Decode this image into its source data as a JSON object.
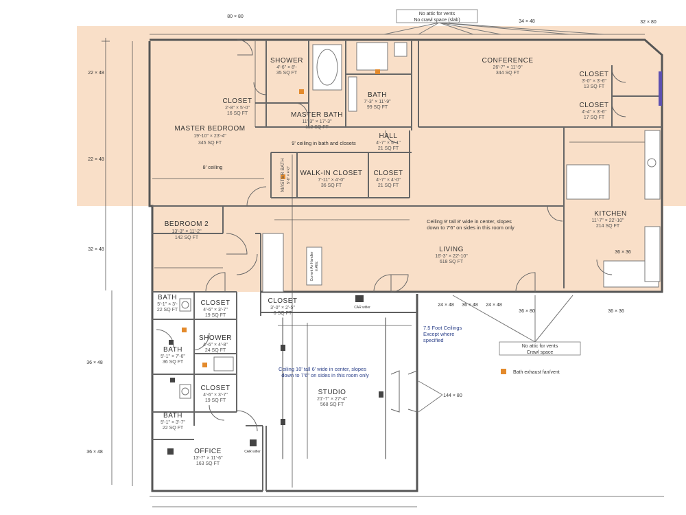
{
  "top_labels": {
    "vent_top": [
      "No attic for vents",
      "No crawl space (slab)"
    ],
    "opening_80x80": "80 × 80",
    "opening_34x48": "34 × 48",
    "opening_32x80": "32 × 80"
  },
  "side_labels": {
    "w1": "22 × 48",
    "w2": "22 × 48",
    "w3": "32 × 48",
    "w4": "36 × 48",
    "w5": "36 × 48"
  },
  "bottom_labels": {
    "b1": "24 × 48",
    "b2": "36 × 48",
    "b3": "24 × 48",
    "b4": "36 × 80",
    "b5": "36 × 36",
    "kitchen_window": "36 × 36",
    "studio_door": "144 × 80"
  },
  "rooms": {
    "master_bedroom": {
      "name": "MASTER BEDROOM",
      "dims": "19'-10\" × 23'-4\"",
      "area": "345 SQ FT"
    },
    "closet_master": {
      "name": "CLOSET",
      "dims": "2'-8\" × 5'-0\"",
      "area": "16 SQ FT"
    },
    "shower_master": {
      "name": "SHOWER",
      "dims": "4'-6\" × 8'-",
      "area": "35 SQ FT"
    },
    "master_bath": {
      "name": "MASTER BATH",
      "dims": "11'-3\" × 17'-3\"",
      "area": "112 SQ FT"
    },
    "bath_top": {
      "name": "BATH",
      "dims": "7'-3\" × 11'-9\"",
      "area": "99 SQ FT"
    },
    "conference": {
      "name": "CONFERENCE",
      "dims": "26'-7\" × 11'-9\"",
      "area": "344 SQ FT"
    },
    "closet_conf1": {
      "name": "CLOSET",
      "dims": "3'-0\" × 3'-6\"",
      "area": "13 SQ FT"
    },
    "closet_conf2": {
      "name": "CLOSET",
      "dims": "4'-4\" × 3'-6\"",
      "area": "17 SQ FT"
    },
    "hall": {
      "name": "HALL",
      "dims": "4'-7\" × 5'-1\"",
      "area": "21 SQ FT"
    },
    "walk_in_closet": {
      "name": "WALK-IN CLOSET",
      "dims": "7'-11\" × 4'-0\"",
      "area": "36 SQ FT"
    },
    "closet_hall": {
      "name": "CLOSET",
      "dims": "4'-7\" × 4'-0\"",
      "area": "21 SQ FT"
    },
    "master_bath_vertical": {
      "name": "MASTER BATH",
      "dims": "5'-6\" × 4'-0\""
    },
    "kitchen": {
      "name": "KITCHEN",
      "dims": "11'-7\" × 22'-10\"",
      "area": "214 SQ FT"
    },
    "bedroom2": {
      "name": "BEDROOM 2",
      "dims": "13'-3\" × 11'-2\"",
      "area": "142 SQ FT"
    },
    "living": {
      "name": "LIVING",
      "dims": "16'-3\" × 22'-10\"",
      "area": "618 SQ FT"
    },
    "bath_a": {
      "name": "BATH",
      "dims": "5'-1\" × 3'-",
      "area": "22 SQ FT"
    },
    "closet_a": {
      "name": "CLOSET",
      "dims": "4'-6\" × 3'-7\"",
      "area": "19 SQ FT"
    },
    "closet_b": {
      "name": "CLOSET",
      "dims": "3'-0\" × 2'-5\"",
      "area": "6 SQ FT"
    },
    "shower_b": {
      "name": "SHOWER",
      "dims": "4'-6\" × 4'-8\"",
      "area": "24 SQ FT"
    },
    "bath_b": {
      "name": "BATH",
      "dims": "5'-1\" × 7'-6\"",
      "area": "36 SQ FT"
    },
    "closet_c": {
      "name": "CLOSET",
      "dims": "4'-6\" × 3'-7\"",
      "area": "19 SQ FT"
    },
    "bath_c": {
      "name": "BATH",
      "dims": "5'-1\" × 3'-7\"",
      "area": "22 SQ FT"
    },
    "office": {
      "name": "OFFICE",
      "dims": "13'-7\" × 11'-6\"",
      "area": "163 SQ FT"
    },
    "studio": {
      "name": "STUDIO",
      "dims": "21'-7\" × 27'-4\"",
      "area": "568 SQ FT"
    }
  },
  "notes": {
    "ceiling_bath_closets": "9' ceiling in bath and closets",
    "ceiling_8": "8' ceiling",
    "living_ceiling": [
      "Ceiling 9' tall 8' wide in center, slopes",
      "down to 7'6\" on sides in this room only"
    ],
    "air_handler": [
      "Current Air Handler",
      "in Attic"
    ],
    "studio_ceiling": [
      "Ceiling 10' tall 6' wide in center, slopes",
      "down to 7'6\" on sides in this room only"
    ],
    "ceilings_75": [
      "7.5 Foot Ceilings",
      "Except where",
      "specified"
    ],
    "vent_crawl": [
      "No attic for vents",
      "Crawl space"
    ],
    "car_wifi_1": "CAR wifier",
    "car_wifi_2": "CAR wifier",
    "legend_fan": "Bath exhaust fan/vent"
  },
  "colors": {
    "upper_fill": "#f9dfc8",
    "lower_fill": "#ffffff",
    "fan": "#e38a2c",
    "window_accent": "#5c4fb0",
    "vent": "#444444"
  }
}
